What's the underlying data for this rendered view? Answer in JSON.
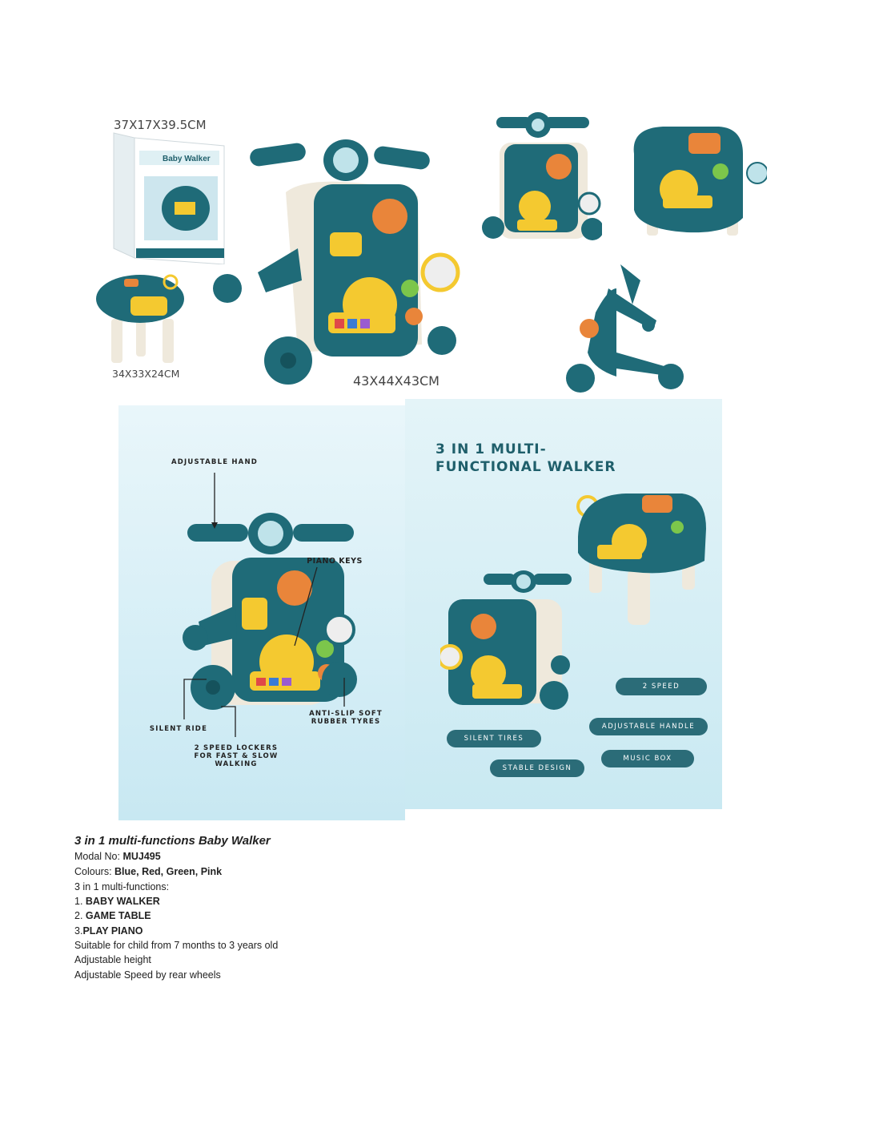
{
  "top_images": {
    "box_dims": "37X17X39.5CM",
    "table_dims": "34X33X24CM",
    "walker_dims": "43X44X43CM",
    "box_brand": "Baby Walker"
  },
  "left_panel": {
    "adjustable_hand": "ADJUSTABLE HAND",
    "piano_keys": "PIANO KEYS",
    "anti_slip_1": "ANTI-SLIP SOFT",
    "anti_slip_2": "RUBBER TYRES",
    "silent_ride": "SILENT RIDE",
    "lockers_1": "2 SPEED LOCKERS",
    "lockers_2": "FOR FAST & SLOW",
    "lockers_3": "WALKING"
  },
  "right_panel": {
    "title_1": "3 IN 1 MULTI-",
    "title_2": "FUNCTIONAL WALKER",
    "pills": {
      "speed": "2 SPEED",
      "silent_tires": "SILENT TIRES",
      "adjustable_handle": "ADJUSTABLE HANDLE",
      "music_box": "MUSIC BOX",
      "stable_design": "STABLE DESIGN"
    }
  },
  "description": {
    "title": "3 in 1 multi-functions Baby Walker",
    "model_label": "Modal No: ",
    "model_value": "MUJ495",
    "colours_label": "Colours: ",
    "colours_value": "Blue, Red, Green, Pink",
    "functions_intro": "3 in 1 multi-functions:",
    "f1_prefix": "1. ",
    "f1": "BABY WALKER",
    "f2_prefix": "2. ",
    "f2": "GAME TABLE",
    "f3_prefix": "3.",
    "f3": "PLAY PIANO",
    "line_age": "Suitable for child from 7 months to 3 years old",
    "line_height": "Adjustable height",
    "line_speed": "Adjustable Speed by rear wheels"
  },
  "colors": {
    "teal": "#1f6b78",
    "cream": "#efe9dc",
    "orange": "#e9853a",
    "yellow": "#f4c930",
    "panel_bg": "#d5eef6"
  }
}
